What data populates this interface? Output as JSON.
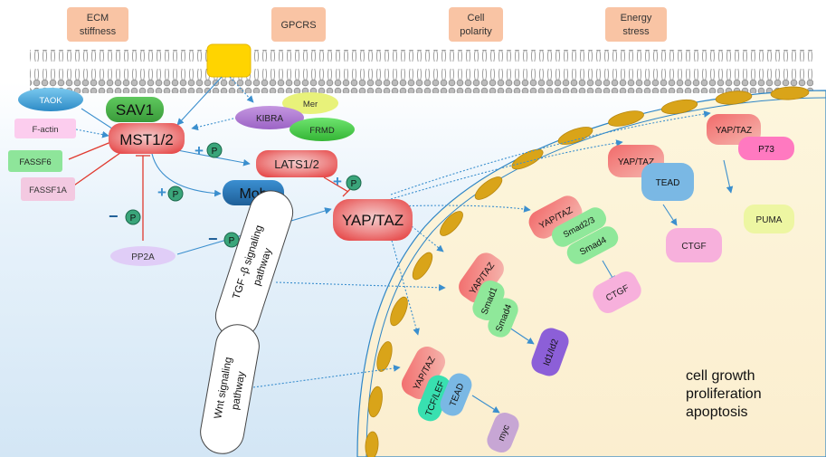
{
  "membrane_signals": [
    "ECM stiffness",
    "GPCRS",
    "Cell polarity",
    "Energy stress"
  ],
  "kinases": {
    "taok": "TAOK",
    "sav1": "SAV1",
    "mst": "MST1/2",
    "factin": "F-actin",
    "fassf6": "FASSF6",
    "fassf1a": "FASSF1A",
    "kibra": "KIBRA",
    "mer": "Mer",
    "frmd": "FRMD",
    "lats": "LATS1/2",
    "mob": "Mob",
    "pp2a": "PP2A",
    "yaptaz": "YAP/TAZ"
  },
  "pathways": {
    "tgf": "TGF -β  signaling pathway",
    "wnt": "Wnt  signaling pathway"
  },
  "phospho": {
    "plus": "+",
    "minus": "−",
    "p": "P"
  },
  "nuclear": {
    "yaptaz": "YAP/TAZ",
    "smad23": "Smad2/3",
    "smad4": "Smad4",
    "smad1": "Smad1",
    "tead": "TEAD",
    "p73": "P73",
    "ctgf": "CTGF",
    "puma": "PUMA",
    "id": "Id1/Id2",
    "tcf": "TCF/LEF",
    "myc": "myc"
  },
  "outcome": [
    "cell growth",
    "proliferation",
    "apoptosis"
  ],
  "colors": {
    "arrow": "#3b8fce",
    "inhibit": "#e03a2f",
    "yap": "#ee5a5a",
    "green": "#8fe89a",
    "tead": "#7ab8e4",
    "pink": "#f7b0dc",
    "purple": "#8c5fd8",
    "nucleus": "#fdf5dc",
    "nuclear_pore": "#d9a419"
  }
}
